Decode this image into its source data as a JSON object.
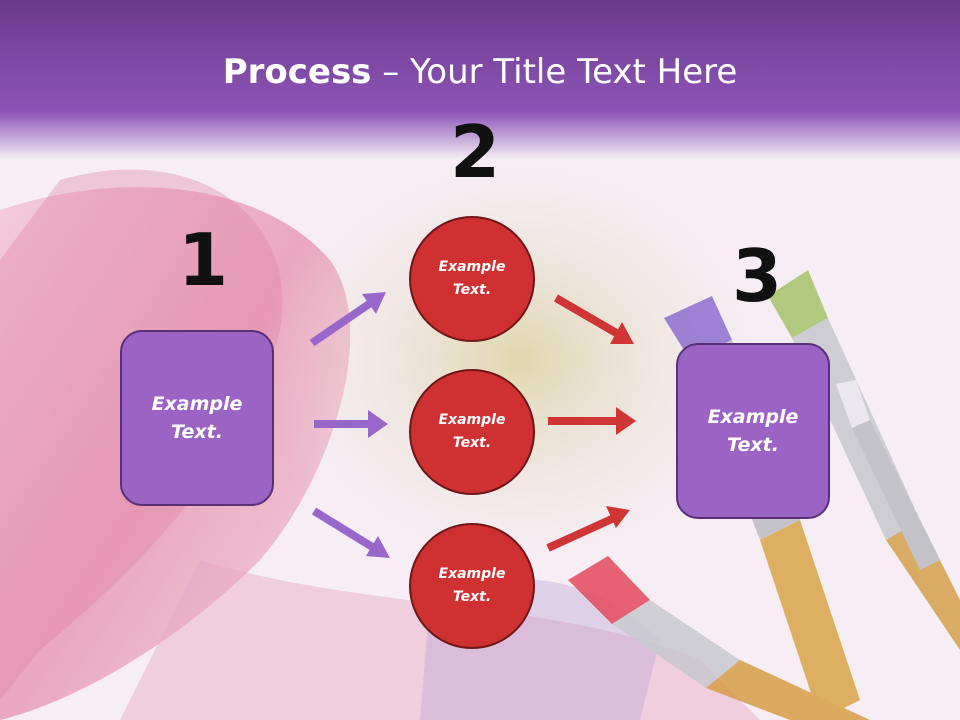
{
  "title": {
    "bold": "Process",
    "rest": " – Your Title Text Here"
  },
  "steps": {
    "one": "1",
    "two": "2",
    "three": "3"
  },
  "left_box": {
    "text": "Example Text."
  },
  "circles": [
    {
      "text": "Example Text."
    },
    {
      "text": "Example Text."
    },
    {
      "text": "Example Text."
    }
  ],
  "right_box": {
    "text": "Example Text."
  },
  "colors": {
    "purple_box": "#9b63c4",
    "red_circle": "#cf3133",
    "purple_arrow": "#9966cc",
    "red_arrow": "#d03535"
  }
}
